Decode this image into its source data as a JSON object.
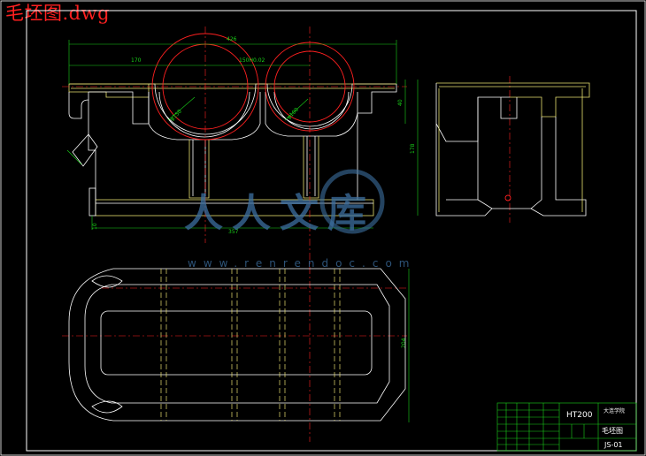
{
  "file_title": "毛坯图.dwg",
  "dimensions": {
    "overall_length": "426",
    "left_bore_offset": "170",
    "center_distance": "150H0.02",
    "right_height": "40",
    "total_height": "178",
    "base_length": "357",
    "base_thickness": "10",
    "plan_width": "204",
    "left_bore_dia": "φ150",
    "right_bore_dia": "φ100"
  },
  "title_block": {
    "material": "HT200",
    "school": "大连学院",
    "drawing_name": "毛坯图",
    "drawing_number": "JS-01"
  },
  "watermark": {
    "text": "人人文库",
    "url": "www.renrendoc.com"
  },
  "colors": {
    "outline": "#ffffff",
    "fill": "#e6e070",
    "dimension": "#19d219",
    "bore": "#ff2020",
    "center": "#ff2020",
    "section": "#e8e070",
    "watermark": "#3c6fa0"
  }
}
